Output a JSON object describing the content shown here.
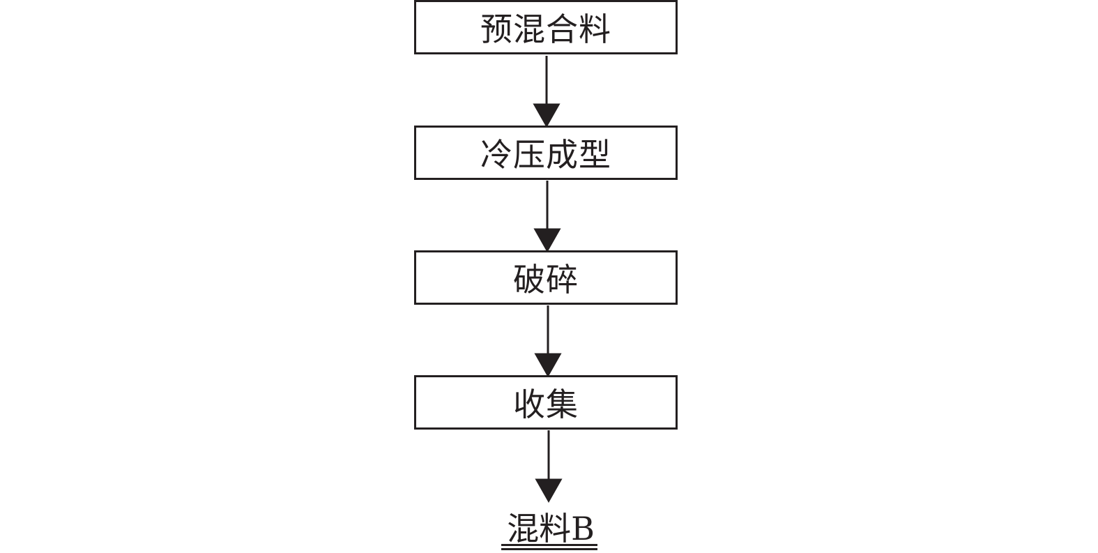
{
  "flowchart": {
    "steps": [
      {
        "label": "预混合料"
      },
      {
        "label": "冷压成型"
      },
      {
        "label": "破碎"
      },
      {
        "label": "收集"
      }
    ],
    "output": {
      "label": "混料B",
      "underline": "double"
    },
    "colors": {
      "line": "#231f20",
      "background": "#ffffff"
    }
  }
}
